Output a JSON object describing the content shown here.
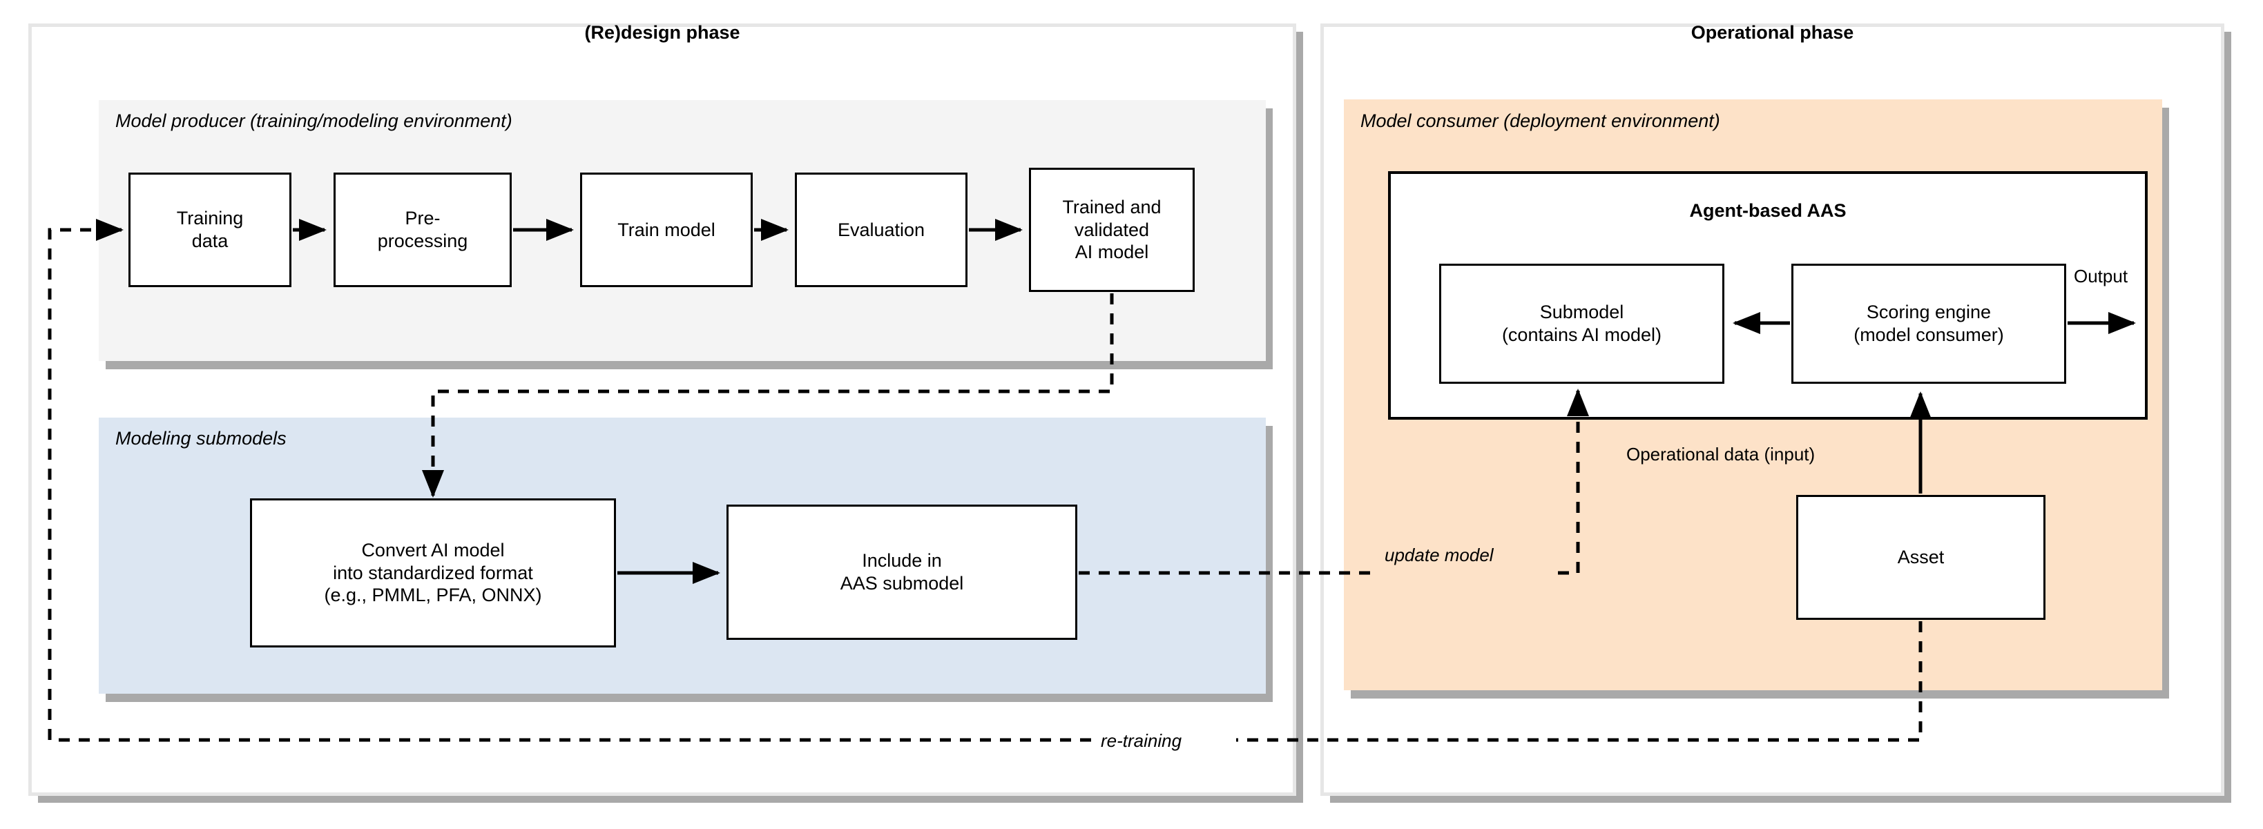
{
  "left_phase": {
    "title": "(Re)design phase",
    "producer": {
      "label": "Model producer (training/modeling environment)",
      "steps": [
        {
          "id": "training-data",
          "text": "Training\ndata"
        },
        {
          "id": "pre-processing",
          "text": "Pre-\nprocessing"
        },
        {
          "id": "train-model",
          "text": "Train model"
        },
        {
          "id": "evaluation",
          "text": "Evaluation"
        },
        {
          "id": "trained-validated-ai-model",
          "text": "Trained and\nvalidated\nAI model"
        }
      ]
    },
    "submodels": {
      "label": "Modeling submodels",
      "steps": [
        {
          "id": "convert-ai-model",
          "text": "Convert AI model\ninto standardized format\n(e.g., PMML, PFA, ONNX)"
        },
        {
          "id": "include-in-aas-submodel",
          "text": "Include in\nAAS submodel"
        }
      ]
    }
  },
  "right_phase": {
    "title": "Operational phase",
    "consumer": {
      "label": "Model consumer (deployment environment)",
      "aas_title": "Agent-based AAS",
      "boxes": [
        {
          "id": "submodel",
          "text": "Submodel\n(contains AI model)"
        },
        {
          "id": "scoring-engine",
          "text": "Scoring engine\n(model consumer)"
        },
        {
          "id": "asset",
          "text": "Asset"
        }
      ],
      "output_label": "Output",
      "operational_data_label": "Operational data (input)"
    }
  },
  "edges": {
    "update_model": "update model",
    "re_training": "re-training"
  },
  "colors": {
    "producer_bg": "#f4f4f4",
    "submodels_bg": "#dce6f2",
    "consumer_bg": "#fde2c8",
    "shadow": "#a9a9a9",
    "panel_border": "#e6e6e6",
    "stroke": "#000000"
  }
}
